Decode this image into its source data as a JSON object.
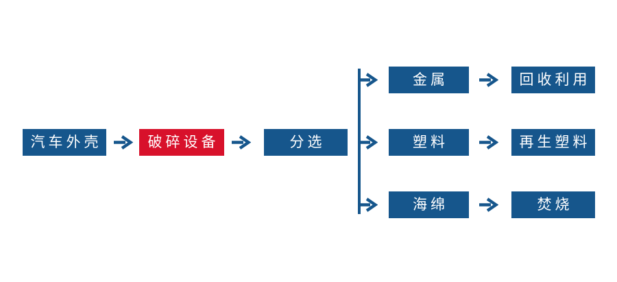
{
  "colors": {
    "node_blue": "#16568C",
    "node_red": "#D8112B",
    "text": "#FFFFFF",
    "background": "#FFFFFF"
  },
  "main_flow": [
    {
      "label": "汽车外壳",
      "variant": "blue"
    },
    {
      "label": "破碎设备",
      "variant": "red"
    },
    {
      "label": "分选",
      "variant": "blue"
    }
  ],
  "branches": [
    {
      "material": "金属",
      "outcome": "回收利用"
    },
    {
      "material": "塑料",
      "outcome": "再生塑料"
    },
    {
      "material": "海绵",
      "outcome": "焚烧"
    }
  ]
}
